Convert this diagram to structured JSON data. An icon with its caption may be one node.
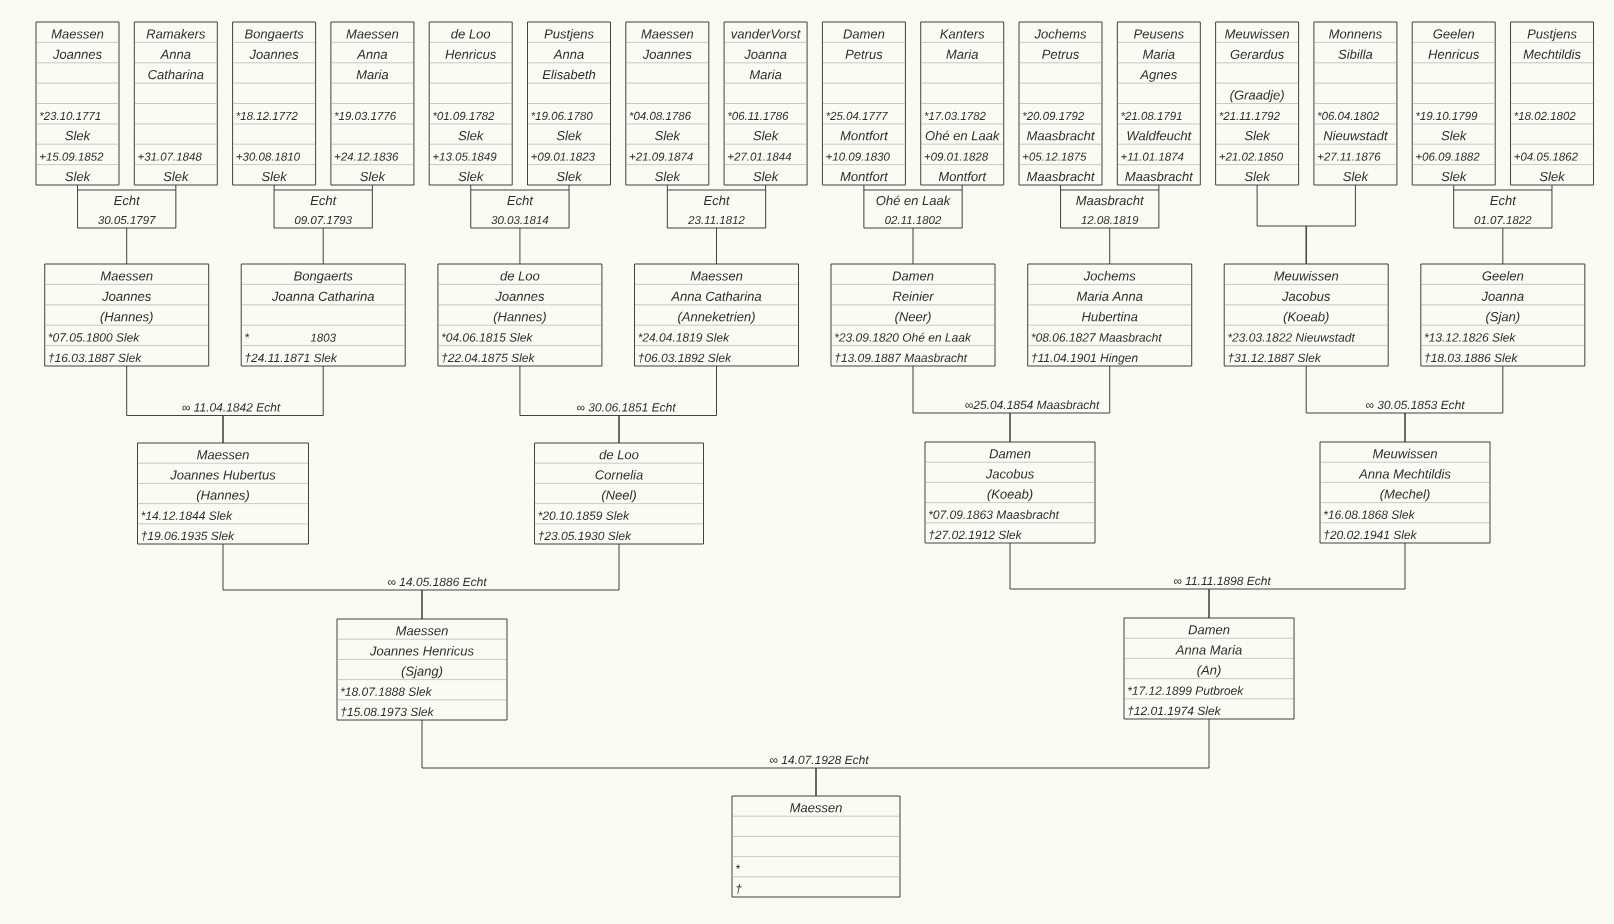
{
  "diagram": {
    "nodes": [
      {
        "text": [
          "Maessen",
          "Joannes",
          "*23.10.1771",
          "Slek",
          "+15.09.1852",
          "Slek"
        ]
      },
      {
        "text": [
          "Ramakers",
          "Anna",
          "Catharina",
          "+31.07.1848",
          "Slek"
        ]
      },
      {
        "text": [
          "Bongaerts",
          "Joannes",
          "*18.12.1772",
          "+30.08.1810",
          "Slek"
        ]
      },
      {
        "text": [
          "Maessen",
          "Anna",
          "Maria",
          "*19.03.1776",
          "+24.12.1836",
          "Slek"
        ]
      },
      {
        "text": [
          "de Loo",
          "Henricus",
          "*01.09.1782",
          "Slek",
          "+13.05.1849",
          "Slek"
        ]
      },
      {
        "text": [
          "Pustjens",
          "Anna",
          "Elisabeth",
          "*19.06.1780",
          "Slek",
          "+09.01.1823",
          "Slek"
        ]
      },
      {
        "text": [
          "Maessen",
          "Joannes",
          "*04.08.1786",
          "Slek",
          "+21.09.1874",
          "Slek"
        ]
      },
      {
        "text": [
          "vanderVorst",
          "Joanna",
          "Maria",
          "*06.11.1786",
          "Slek",
          "+27.01.1844",
          "Slek"
        ]
      },
      {
        "text": [
          "Damen",
          "Petrus",
          "*25.04.1777",
          "Montfort",
          "+10.09.1830",
          "Montfort"
        ]
      },
      {
        "text": [
          "Kanters",
          "Maria",
          "*17.03.1782",
          "Ohé en Laak",
          "+09.01.1828",
          "Montfort"
        ]
      },
      {
        "text": [
          "Jochems",
          "Petrus",
          "*20.09.1792",
          "Maasbracht",
          "+05.12.1875",
          "Maasbracht"
        ]
      },
      {
        "text": [
          "Peusens",
          "Maria",
          "Agnes",
          "*21.08.1791",
          "Waldfeucht",
          "+11.01.1874",
          "Maasbracht"
        ]
      },
      {
        "text": [
          "Meuwissen",
          "Gerardus",
          "(Graadje)",
          "*21.11.1792",
          "Slek",
          "+21.02.1850",
          "Slek"
        ]
      },
      {
        "text": [
          "Monnens",
          "Sibilla",
          "*06.04.1802",
          "Nieuwstadt",
          "+27.11.1876",
          "Slek"
        ]
      },
      {
        "text": [
          "Geelen",
          "Henricus",
          "*19.10.1799",
          "Slek",
          "+06.09.1882",
          "Slek"
        ]
      },
      {
        "text": [
          "Pustjens",
          "Mechtildis",
          "*18.02.1802",
          "+04.05.1862",
          "Slek"
        ]
      },
      {
        "text": [
          "Echt",
          "30.05.1797"
        ]
      },
      {
        "text": [
          "Echt",
          "09.07.1793"
        ]
      },
      {
        "text": [
          "Echt",
          "30.03.1814"
        ]
      },
      {
        "text": [
          "Echt",
          "23.11.1812"
        ]
      },
      {
        "text": [
          "Ohé en Laak",
          "02.11.1802"
        ]
      },
      {
        "text": [
          "Maasbracht",
          "12.08.1819"
        ]
      },
      {
        "text": [
          "Echt",
          "01.07.1822"
        ]
      },
      {
        "text": [
          "Maessen",
          "Joannes",
          "(Hannes)",
          "*07.05.1800 Slek",
          "†16.03.1887 Slek"
        ]
      },
      {
        "text": [
          "Bongaerts",
          "Joanna Catharina",
          "*",
          "1803",
          "†24.11.1871 Slek"
        ]
      },
      {
        "text": [
          "de Loo",
          "Joannes",
          "(Hannes)",
          "*04.06.1815 Slek",
          "†22.04.1875 Slek"
        ]
      },
      {
        "text": [
          "Maessen",
          "Anna Catharina",
          "(Anneketrien)",
          "*24.04.1819 Slek",
          "†06.03.1892 Slek"
        ]
      },
      {
        "text": [
          "Damen",
          "Reinier",
          "(Neer)",
          "*23.09.1820 Ohé en Laak",
          "†13.09.1887 Maasbracht"
        ]
      },
      {
        "text": [
          "Jochems",
          "Maria Anna",
          "Hubertina",
          "*08.06.1827 Maasbracht",
          "†11.04.1901 Hingen"
        ]
      },
      {
        "text": [
          "Meuwissen",
          "Jacobus",
          "(Koeab)",
          "*23.03.1822 Nieuwstadt",
          "†31.12.1887 Slek"
        ]
      },
      {
        "text": [
          "Geelen",
          "Joanna",
          "(Sjan)",
          "*13.12.1826 Slek",
          "†18.03.1886 Slek"
        ]
      },
      {
        "text": [
          "Maessen",
          "Joannes Hubertus",
          "(Hannes)",
          "*14.12.1844 Slek",
          "†19.06.1935 Slek"
        ]
      },
      {
        "text": [
          "de Loo",
          "Cornelia",
          "(Neel)",
          "*20.10.1859 Slek",
          "†23.05.1930 Slek"
        ]
      },
      {
        "text": [
          "Damen",
          "Jacobus",
          "(Koeab)",
          "*07.09.1863 Maasbracht",
          "†27.02.1912 Slek"
        ]
      },
      {
        "text": [
          "Meuwissen",
          "Anna Mechtildis",
          "(Mechel)",
          "*16.08.1868 Slek",
          "†20.02.1941 Slek"
        ]
      },
      {
        "text": [
          "Maessen",
          "Joannes Henricus",
          "(Sjang)",
          "*18.07.1888 Slek",
          "†15.08.1973 Slek"
        ]
      },
      {
        "text": [
          "Damen",
          "Anna Maria",
          "(An)",
          "*17.12.1899 Putbroek",
          "†12.01.1974 Slek"
        ]
      },
      {
        "text": [
          "Maessen",
          "*",
          "†"
        ]
      }
    ],
    "edges": [
      {
        "from": 0,
        "to": 16,
        "arrow": "none"
      },
      {
        "from": 1,
        "to": 16,
        "arrow": "none"
      },
      {
        "from": 2,
        "to": 17,
        "arrow": "none"
      },
      {
        "from": 3,
        "to": 17,
        "arrow": "none"
      },
      {
        "from": 4,
        "to": 18,
        "arrow": "none"
      },
      {
        "from": 5,
        "to": 18,
        "arrow": "none"
      },
      {
        "from": 6,
        "to": 19,
        "arrow": "none"
      },
      {
        "from": 7,
        "to": 19,
        "arrow": "none"
      },
      {
        "from": 8,
        "to": 20,
        "arrow": "none"
      },
      {
        "from": 9,
        "to": 20,
        "arrow": "none"
      },
      {
        "from": 10,
        "to": 21,
        "arrow": "none"
      },
      {
        "from": 11,
        "to": 21,
        "arrow": "none"
      },
      {
        "from": 12,
        "to": 29,
        "arrow": "none"
      },
      {
        "from": 13,
        "to": 29,
        "arrow": "none"
      },
      {
        "from": 14,
        "to": 22,
        "arrow": "none"
      },
      {
        "from": 15,
        "to": 22,
        "arrow": "none"
      },
      {
        "from": 16,
        "to": 23,
        "arrow": "none"
      },
      {
        "from": 17,
        "to": 24,
        "arrow": "none"
      },
      {
        "from": 18,
        "to": 25,
        "arrow": "none"
      },
      {
        "from": 19,
        "to": 26,
        "arrow": "none"
      },
      {
        "from": 20,
        "to": 27,
        "arrow": "none"
      },
      {
        "from": 21,
        "to": 28,
        "arrow": "none"
      },
      {
        "from": 22,
        "to": 30,
        "arrow": "none"
      },
      {
        "from": 23,
        "to": 31,
        "arrow": "none",
        "label": "∞ 11.04.1842 Echt"
      },
      {
        "from": 24,
        "to": 31,
        "arrow": "none"
      },
      {
        "from": 25,
        "to": 32,
        "arrow": "none",
        "label": "∞ 30.06.1851 Echt"
      },
      {
        "from": 26,
        "to": 32,
        "arrow": "none"
      },
      {
        "from": 27,
        "to": 33,
        "arrow": "none",
        "label": "∞25.04.1854 Maasbracht"
      },
      {
        "from": 28,
        "to": 33,
        "arrow": "none"
      },
      {
        "from": 29,
        "to": 34,
        "arrow": "none",
        "label": "∞ 30.05.1853 Echt"
      },
      {
        "from": 30,
        "to": 34,
        "arrow": "none"
      },
      {
        "from": 31,
        "to": 35,
        "arrow": "none",
        "label": "∞ 14.05.1886 Echt"
      },
      {
        "from": 32,
        "to": 35,
        "arrow": "none"
      },
      {
        "from": 33,
        "to": 36,
        "arrow": "none",
        "label": "∞ 11.11.1898 Echt"
      },
      {
        "from": 34,
        "to": 36,
        "arrow": "none"
      },
      {
        "from": 35,
        "to": 37,
        "arrow": "none",
        "label": "∞ 14.07.1928 Echt"
      },
      {
        "from": 36,
        "to": 37,
        "arrow": "none"
      }
    ]
  }
}
